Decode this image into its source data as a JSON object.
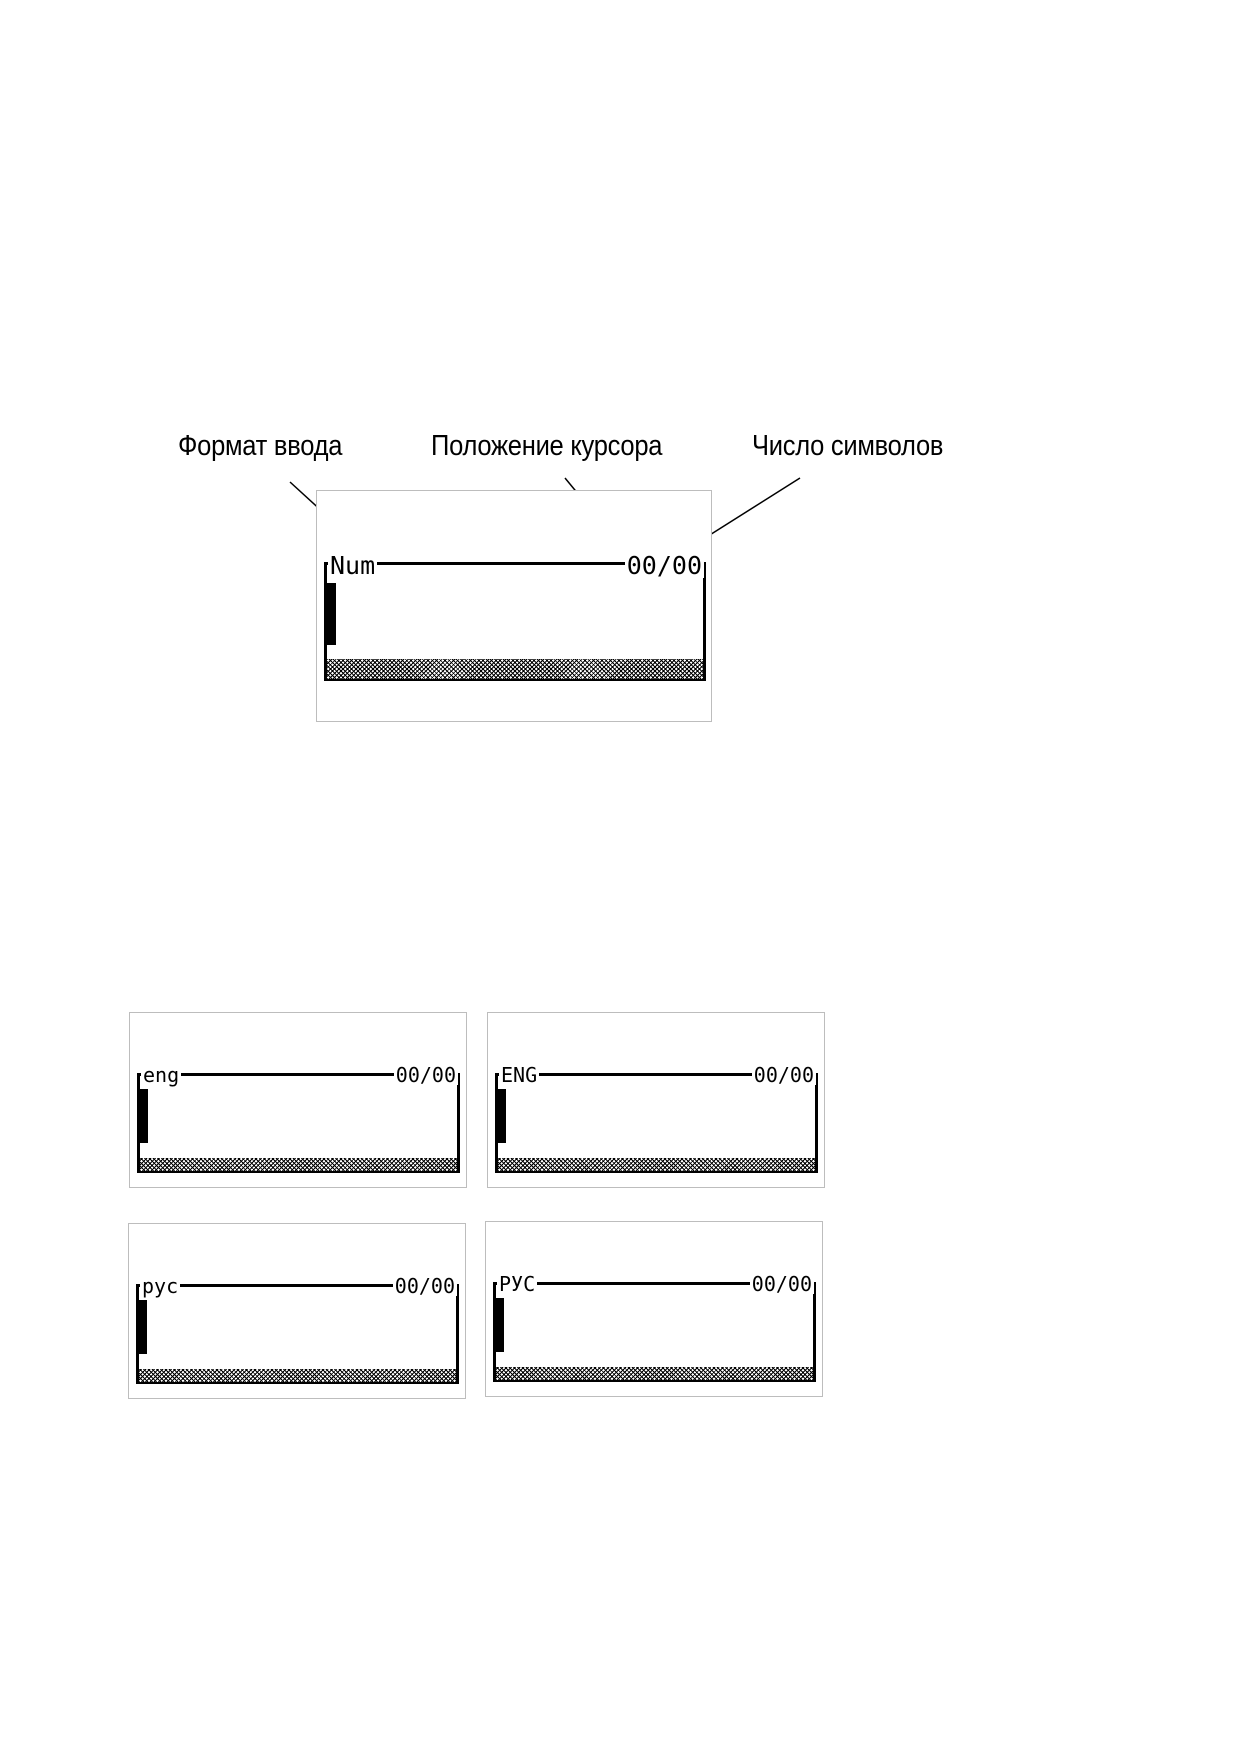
{
  "callouts": {
    "input_format": "Формат ввода",
    "cursor_position": "Положение курсора",
    "char_count": "Число символов"
  },
  "screens": {
    "main": {
      "mode": "Num",
      "counter": "00/00"
    },
    "eng_lower": {
      "mode": "eng",
      "counter": "00/00"
    },
    "eng_upper": {
      "mode": "ENG",
      "counter": "00/00"
    },
    "rus_lower": {
      "mode": "рус",
      "counter": "00/00"
    },
    "rus_upper": {
      "mode": "РУС",
      "counter": "00/00"
    }
  }
}
